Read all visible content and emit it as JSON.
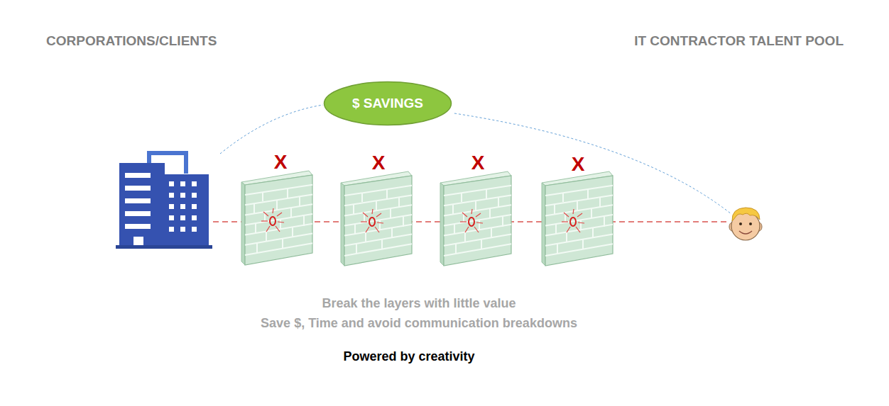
{
  "diagram": {
    "nodes": [
      {
        "text": [
          "$ SAVINGS"
        ]
      }
    ],
    "labels": [
      "CORPORATIONS/CLIENTS",
      "IT CONTRACTOR TALENT POOL",
      "X",
      "X",
      "X",
      "X",
      "Break the layers with little value",
      "Save $, Time and avoid communication breakdowns",
      "Powered by creativity"
    ]
  }
}
